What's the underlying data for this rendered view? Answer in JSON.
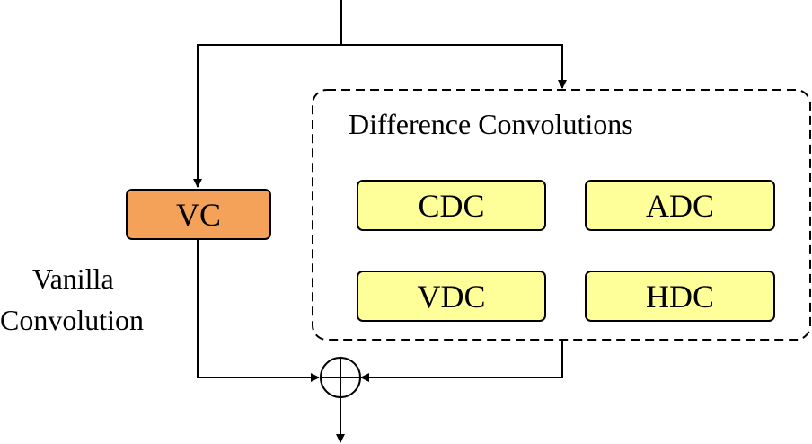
{
  "diagram": {
    "group_title": "Difference Convolutions",
    "vanilla": {
      "box_label": "VC",
      "caption_line1": "Vanilla",
      "caption_line2": "Convolution"
    },
    "blocks": [
      {
        "label": "CDC"
      },
      {
        "label": "ADC"
      },
      {
        "label": "VDC"
      },
      {
        "label": "HDC"
      }
    ],
    "operator": "sum",
    "colors": {
      "vc": "#f4a15a",
      "dc": "#ffff99",
      "line": "#000000"
    }
  }
}
